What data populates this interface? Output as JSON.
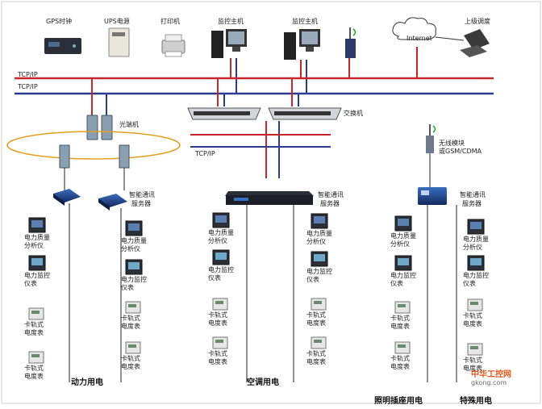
{
  "top_devices": {
    "gps_clock": "GPS时钟",
    "ups": "UPS电源",
    "printer": "打印机",
    "monitor_host_1": "监控主机",
    "monitor_host_2": "监控主机",
    "internet": "Internet",
    "upper_dispatch": "上级调度"
  },
  "network": {
    "tcpip_top_1": "TCP/IP",
    "tcpip_top_2": "TCP/IP",
    "tcpip_mid": "TCP/IP",
    "optical_transceiver": "光端机",
    "switch": "交换机",
    "wireless_module": [
      "无线模块",
      "或GSM/CDMA"
    ]
  },
  "comm_server_label": [
    "智能通讯",
    "服务器"
  ],
  "devices": {
    "power_quality": [
      "电力质量",
      "分析仪"
    ],
    "power_monitor": [
      "电力监控",
      "仪表"
    ],
    "power_monitor_b": [
      "电力监控",
      "仪表"
    ],
    "rail_meter": [
      "卡轨式",
      "电度表"
    ]
  },
  "sections": {
    "power": "动力用电",
    "aircon": "空调用电",
    "lighting": "照明插座用电",
    "special": "特殊用电"
  },
  "watermark": {
    "site_cn": "中华工控网",
    "site_url": "gkong.com"
  },
  "colors": {
    "red_bus": "#c8262c",
    "blue_bus": "#2c3c8c",
    "ring": "#e0a020",
    "line": "#222222"
  }
}
